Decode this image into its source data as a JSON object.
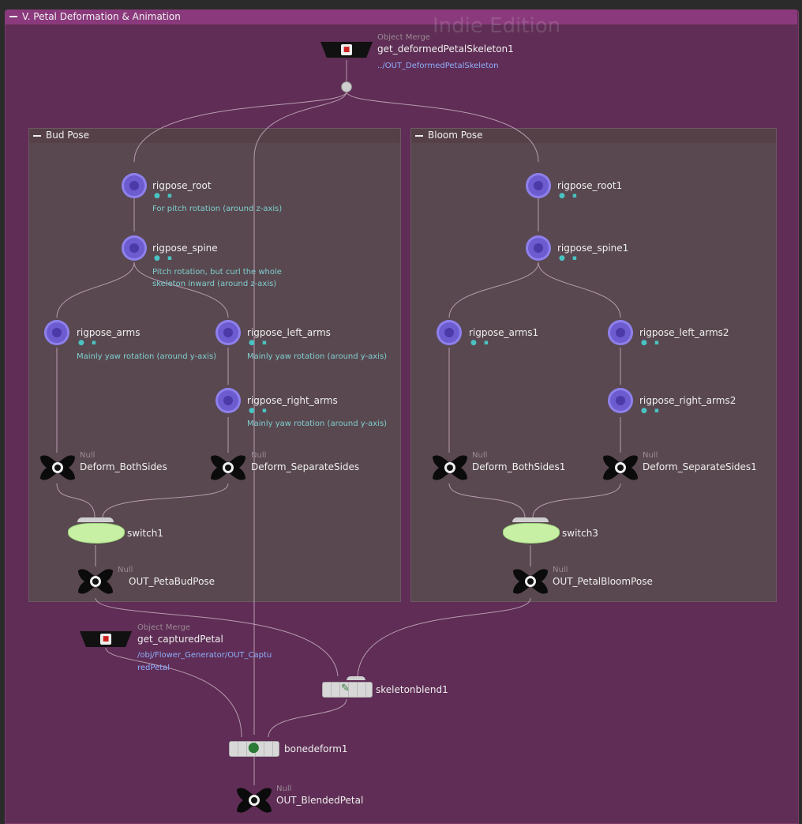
{
  "network": {
    "title": "V. Petal Deformation & Animation",
    "watermark": "Indie Edition"
  },
  "boxes": {
    "bud": "Bud Pose",
    "bloom": "Bloom Pose"
  },
  "nodes": {
    "get_deformed": {
      "type": "Object Merge",
      "name": "get_deformedPetalSkeleton1",
      "path": "../OUT_DeformedPetalSkeleton"
    },
    "rigpose_root": {
      "name": "rigpose_root",
      "comment": "For pitch rotation (around z-axis)"
    },
    "rigpose_spine": {
      "name": "rigpose_spine",
      "comment_line1": "Pitch rotation, but curl the whole",
      "comment_line2": "skeleton inward (around z-axis)"
    },
    "rigpose_arms": {
      "name": "rigpose_arms",
      "comment": "Mainly yaw rotation (around y-axis)"
    },
    "rigpose_left_arms": {
      "name": "rigpose_left_arms",
      "comment": "Mainly yaw rotation (around y-axis)"
    },
    "rigpose_right_arms": {
      "name": "rigpose_right_arms",
      "comment": "Mainly yaw rotation (around y-axis)"
    },
    "deform_both": {
      "type": "Null",
      "name": "Deform_BothSides"
    },
    "deform_separate": {
      "type": "Null",
      "name": "Deform_SeparateSides"
    },
    "switch1": {
      "name": "switch1"
    },
    "out_bud": {
      "type": "Null",
      "name": "OUT_PetaBudPose"
    },
    "rigpose_root1": {
      "name": "rigpose_root1"
    },
    "rigpose_spine1": {
      "name": "rigpose_spine1"
    },
    "rigpose_arms1": {
      "name": "rigpose_arms1"
    },
    "rigpose_left_arms2": {
      "name": "rigpose_left_arms2"
    },
    "rigpose_right_arms2": {
      "name": "rigpose_right_arms2"
    },
    "deform_both1": {
      "type": "Null",
      "name": "Deform_BothSides1"
    },
    "deform_separate1": {
      "type": "Null",
      "name": "Deform_SeparateSides1"
    },
    "switch3": {
      "name": "switch3"
    },
    "out_bloom": {
      "type": "Null",
      "name": "OUT_PetalBloomPose"
    },
    "get_captured": {
      "type": "Object Merge",
      "name": "get_capturedPetal",
      "path_line1": "/obj/Flower_Generator/OUT_Captu",
      "path_line2": "redPetal"
    },
    "skeletonblend": {
      "name": "skeletonblend1"
    },
    "bonedeform": {
      "name": "bonedeform1"
    },
    "out_blended": {
      "type": "Null",
      "name": "OUT_BlendedPetal"
    }
  },
  "icons": {
    "rigpose": "rigpose-node-icon",
    "null": "null-node-icon",
    "switch": "switch-node-icon",
    "object_merge": "object-merge-node-icon",
    "bonedeform": "bonedeform-node-icon",
    "skeletonblend": "skeletonblend-node-icon"
  },
  "colors": {
    "network_bg": "#5f2d55",
    "network_header": "#8a3a7c",
    "rigpose": "#6d5bd0",
    "switch": "#c8f0a5",
    "comment": "#7fcfd0",
    "path": "#8fb0ff"
  }
}
